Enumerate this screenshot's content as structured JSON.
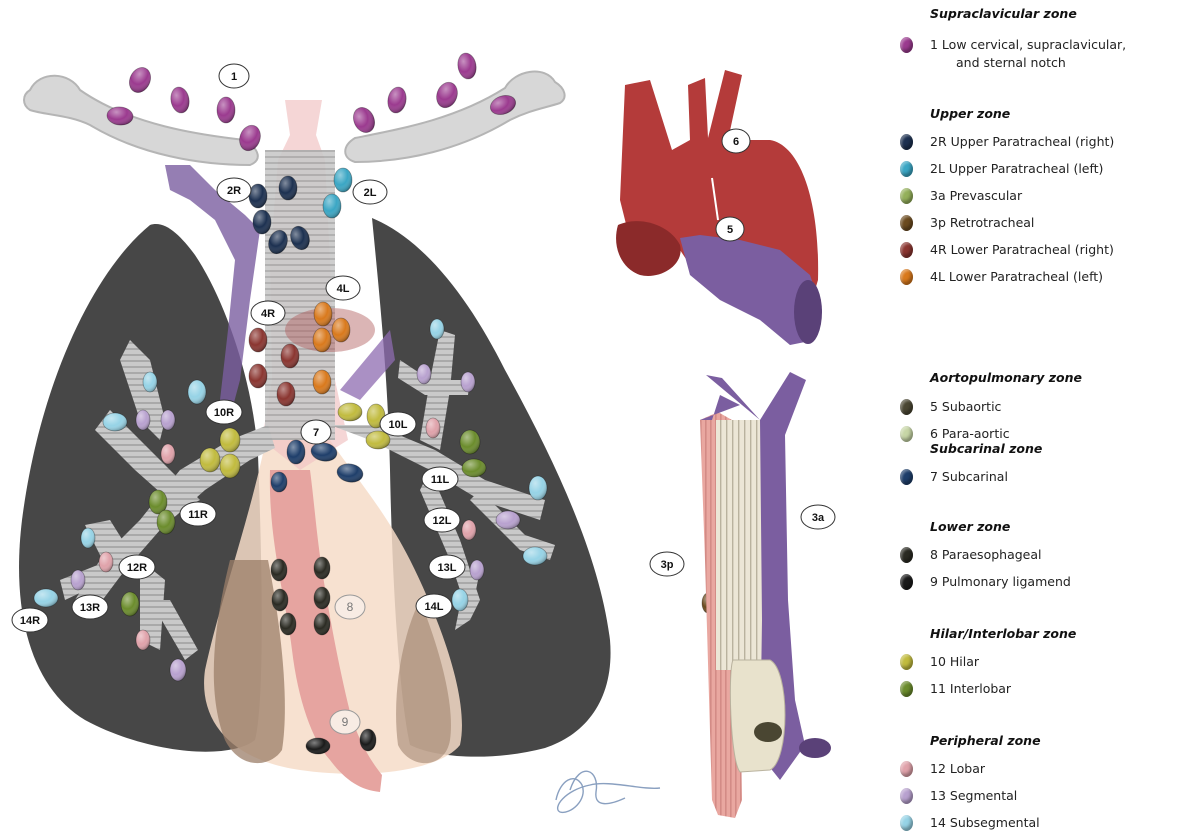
{
  "diagram_labels": {
    "station_1": "1",
    "station_2R": "2R",
    "station_2L": "2L",
    "station_4R": "4R",
    "station_4L": "4L",
    "station_7": "7",
    "station_8": "8",
    "station_9": "9",
    "station_10R": "10R",
    "station_10L": "10L",
    "station_11R": "11R",
    "station_11L": "11L",
    "station_12R": "12R",
    "station_12L": "12L",
    "station_13R": "13R",
    "station_13L": "13L",
    "station_14R": "14R",
    "station_14L": "14L",
    "station_6": "6",
    "station_5": "5",
    "station_3a": "3a",
    "station_3p": "3p"
  },
  "colors": {
    "station_1": "#9b3a8f",
    "station_2R": "#1c3050",
    "station_2L": "#3aa6c4",
    "station_3a": "#94b05a",
    "station_3p": "#6b4a1e",
    "station_4R": "#8a3530",
    "station_4L": "#d9791c",
    "station_5": "#4a4632",
    "station_6": "#c7d6a6",
    "station_7": "#1e3e6a",
    "station_8": "#2a2a22",
    "station_9": "#1a1a1a",
    "station_10": "#c1bb3e",
    "station_11": "#6b8c2c",
    "station_12": "#e0a2aa",
    "station_13": "#b8a1cf",
    "station_14": "#96d3e6",
    "lung": "#474747",
    "airway": "#b7b7b7",
    "aorta": "#b43b3a",
    "vein": "#7b5ea0"
  },
  "legend": [
    {
      "title": "Supraclavicular zone",
      "items": [
        {
          "color": "#9b3a8f",
          "line1": "1  Low cervical, supraclavicular,",
          "line2": "and sternal notch"
        }
      ]
    },
    {
      "title": "Upper zone",
      "items": [
        {
          "color": "#1c3050",
          "line1": "2R  Upper Paratracheal (right)"
        },
        {
          "color": "#3aa6c4",
          "line1": "2L  Upper Paratracheal (left)"
        },
        {
          "color": "#94b05a",
          "line1": "3a  Prevascular"
        },
        {
          "color": "#6b4a1e",
          "line1": "3p  Retrotracheal"
        },
        {
          "color": "#8a3530",
          "line1": "4R  Lower Paratracheal (right)"
        },
        {
          "color": "#d9791c",
          "line1": "4L  Lower Paratracheal (left)"
        }
      ]
    },
    {
      "title": "Aortopulmonary zone",
      "items": [
        {
          "color": "#4a4632",
          "line1": "5  Subaortic"
        },
        {
          "color": "#c7d6a6",
          "line1": "6  Para-aortic"
        }
      ]
    },
    {
      "title": "Subcarinal zone",
      "items": [
        {
          "color": "#1e3e6a",
          "line1": "7  Subcarinal"
        }
      ]
    },
    {
      "title": "Lower zone",
      "items": [
        {
          "color": "#2a2a22",
          "line1": "8  Paraesophageal"
        },
        {
          "color": "#1a1a1a",
          "line1": "9  Pulmonary ligamend"
        }
      ]
    },
    {
      "title": "Hilar/Interlobar zone",
      "items": [
        {
          "color": "#c1bb3e",
          "line1": "10  Hilar"
        },
        {
          "color": "#6b8c2c",
          "line1": "11  Interlobar"
        }
      ]
    },
    {
      "title": "Peripheral zone",
      "items": [
        {
          "color": "#e0a2aa",
          "line1": "12  Lobar"
        },
        {
          "color": "#b8a1cf",
          "line1": "13  Segmental"
        },
        {
          "color": "#96d3e6",
          "line1": "14  Subsegmental"
        }
      ]
    }
  ]
}
